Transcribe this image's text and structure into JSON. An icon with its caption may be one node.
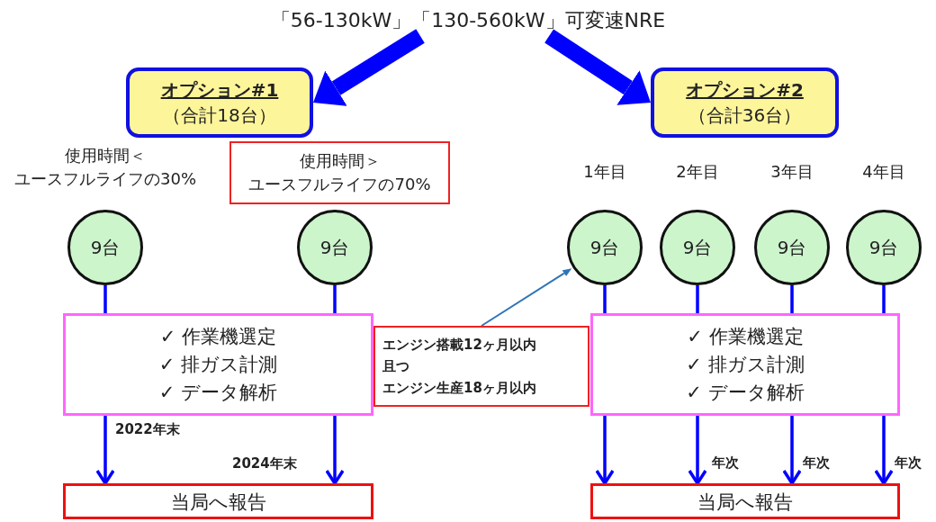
{
  "diagram": {
    "nodes": [
      {
        "text": [
          "「56-130kW」「130-560kW」可変速NRE"
        ]
      },
      {
        "text": [
          "オプション#1",
          "（合計18台）"
        ]
      },
      {
        "text": [
          "オプション#2",
          "（合計36台）"
        ]
      },
      {
        "text": [
          "使用時間＞",
          "ユースフルライフの70%"
        ]
      },
      {
        "text": [
          "9台"
        ],
        "beside": [
          "使用時間＜",
          "ユースフルライフの30%"
        ]
      },
      {
        "text": [
          "9台"
        ]
      },
      {
        "text": [
          "9台"
        ],
        "beside": [
          "1年目"
        ]
      },
      {
        "text": [
          "9台"
        ],
        "beside": [
          "2年目"
        ]
      },
      {
        "text": [
          "9台"
        ],
        "beside": [
          "3年目"
        ]
      },
      {
        "text": [
          "9台"
        ],
        "beside": [
          "4年目"
        ]
      },
      {
        "text": [
          "✓ 作業機選定",
          "✓ 排ガス計測",
          "✓ データ解析"
        ]
      },
      {
        "text": [
          "エンジン搭載12ヶ月以内",
          "且つ",
          "エンジン生産18ヶ月以内"
        ]
      },
      {
        "text": [
          "✓ 作業機選定",
          "✓ 排ガス計測",
          "✓ データ解析"
        ]
      },
      {
        "text": [
          "当局へ報告"
        ]
      },
      {
        "text": [
          "当局へ報告"
        ]
      }
    ],
    "edges": [
      {
        "from": 0,
        "to": 1,
        "arrow": "to",
        "style": "thick"
      },
      {
        "from": 0,
        "to": 2,
        "arrow": "to",
        "style": "thick"
      },
      {
        "from": 4,
        "to": 10,
        "arrow": "none"
      },
      {
        "from": 5,
        "to": 10,
        "arrow": "none"
      },
      {
        "from": 6,
        "to": 12,
        "arrow": "none"
      },
      {
        "from": 7,
        "to": 12,
        "arrow": "none"
      },
      {
        "from": 8,
        "to": 12,
        "arrow": "none"
      },
      {
        "from": 9,
        "to": 12,
        "arrow": "none"
      },
      {
        "from": 10,
        "to": 13,
        "arrow": "to",
        "label": "2022年末"
      },
      {
        "from": 10,
        "to": 13,
        "arrow": "to",
        "label": "2024年末"
      },
      {
        "from": 12,
        "to": 14,
        "arrow": "to"
      },
      {
        "from": 12,
        "to": 14,
        "arrow": "to",
        "label": "年次"
      },
      {
        "from": 12,
        "to": 14,
        "arrow": "to",
        "label": "年次"
      },
      {
        "from": 12,
        "to": 14,
        "arrow": "to",
        "label": "年次"
      },
      {
        "from": 11,
        "to": 6,
        "arrow": "to",
        "color": "#2e75b6"
      }
    ]
  }
}
